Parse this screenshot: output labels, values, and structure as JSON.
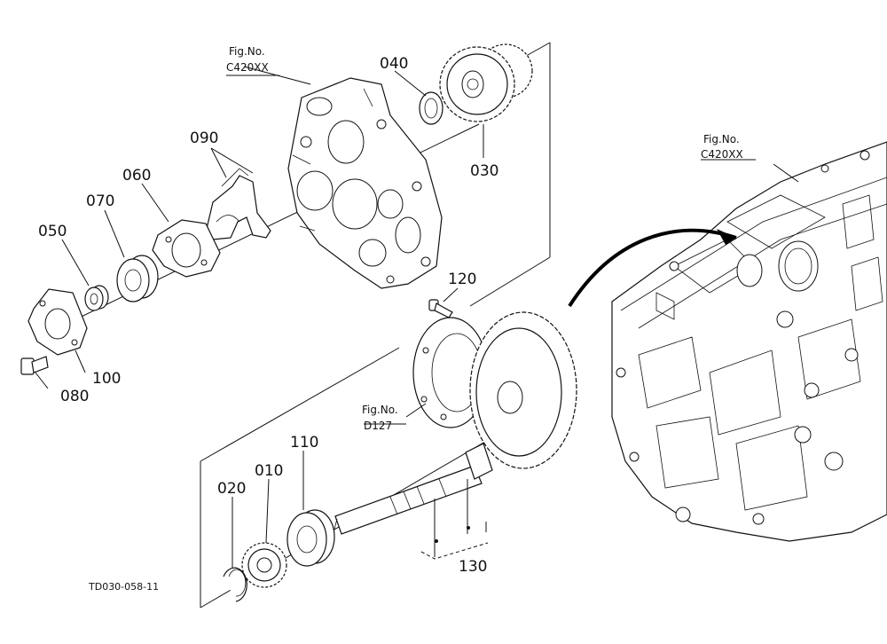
{
  "diagram": {
    "parts": [
      {
        "id": "010",
        "label": "010"
      },
      {
        "id": "020",
        "label": "020"
      },
      {
        "id": "030",
        "label": "030"
      },
      {
        "id": "040",
        "label": "040"
      },
      {
        "id": "050",
        "label": "050"
      },
      {
        "id": "060",
        "label": "060"
      },
      {
        "id": "070",
        "label": "070"
      },
      {
        "id": "080",
        "label": "080"
      },
      {
        "id": "090",
        "label": "090"
      },
      {
        "id": "100",
        "label": "100"
      },
      {
        "id": "110",
        "label": "110"
      },
      {
        "id": "120",
        "label": "120"
      },
      {
        "id": "130",
        "label": "130"
      }
    ],
    "fig_refs": [
      {
        "line1": "Fig.No.",
        "line2": "C420XX"
      },
      {
        "line1": "Fig.No.",
        "line2": "C420XX"
      },
      {
        "line1": "Fig.No.",
        "line2": "D127"
      }
    ],
    "drawing_code": "TD030-058-11"
  }
}
